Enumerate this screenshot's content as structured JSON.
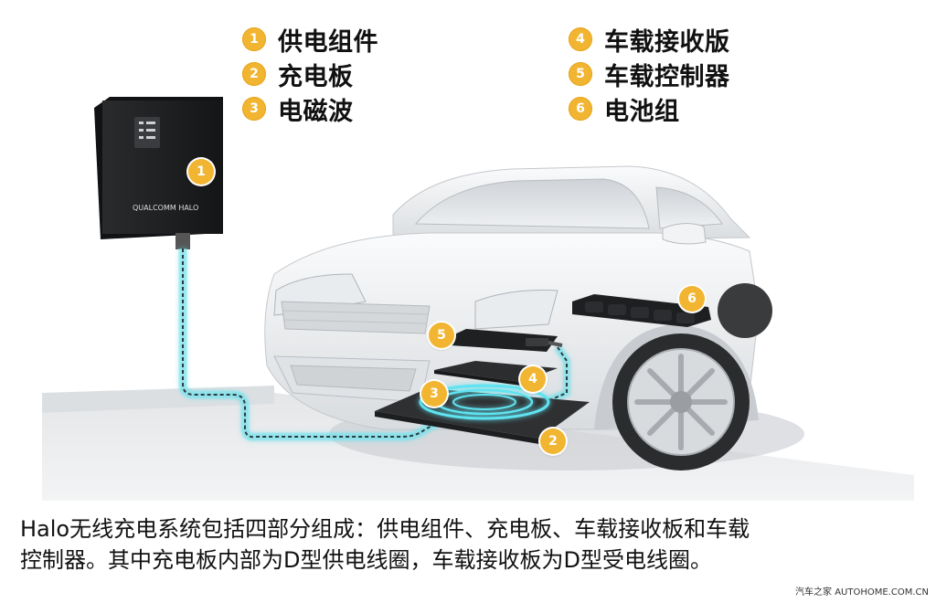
{
  "legend": {
    "items": [
      {
        "num": "1",
        "label": "供电组件"
      },
      {
        "num": "2",
        "label": "充电板"
      },
      {
        "num": "3",
        "label": "电磁波"
      },
      {
        "num": "4",
        "label": "车载接收版"
      },
      {
        "num": "5",
        "label": "车载控制器"
      },
      {
        "num": "6",
        "label": "电池组"
      }
    ]
  },
  "callouts": {
    "c1": "1",
    "c2": "2",
    "c3": "3",
    "c4": "4",
    "c5": "5",
    "c6": "6"
  },
  "power_unit": {
    "brand_text": "QUALCOMM HALO"
  },
  "caption": {
    "line1": "Halo无线充电系统包括四部分组成：供电组件、充电板、车载接收板和车载",
    "line2": "控制器。其中充电板内部为D型供电线圈，车载接收板为D型受电线圈。"
  },
  "watermark": "汽车之家 AUTOHOME.COM.CN",
  "colors": {
    "badge": "#f2b531",
    "cable_glow": "#6ee7f2",
    "text": "#111111"
  }
}
